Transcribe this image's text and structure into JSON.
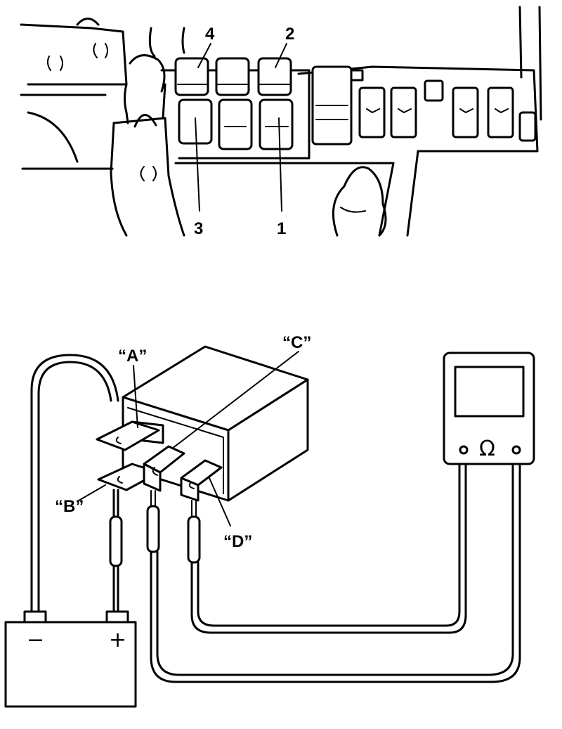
{
  "top_diagram": {
    "relay_labels": [
      "1",
      "2",
      "3",
      "4"
    ]
  },
  "bottom_diagram": {
    "terminal_labels": {
      "a": "“A”",
      "b": "“B”",
      "c": "“C”",
      "d": "“D”"
    },
    "meter_symbol": "Ω",
    "battery_negative": "−",
    "battery_positive": "+"
  }
}
